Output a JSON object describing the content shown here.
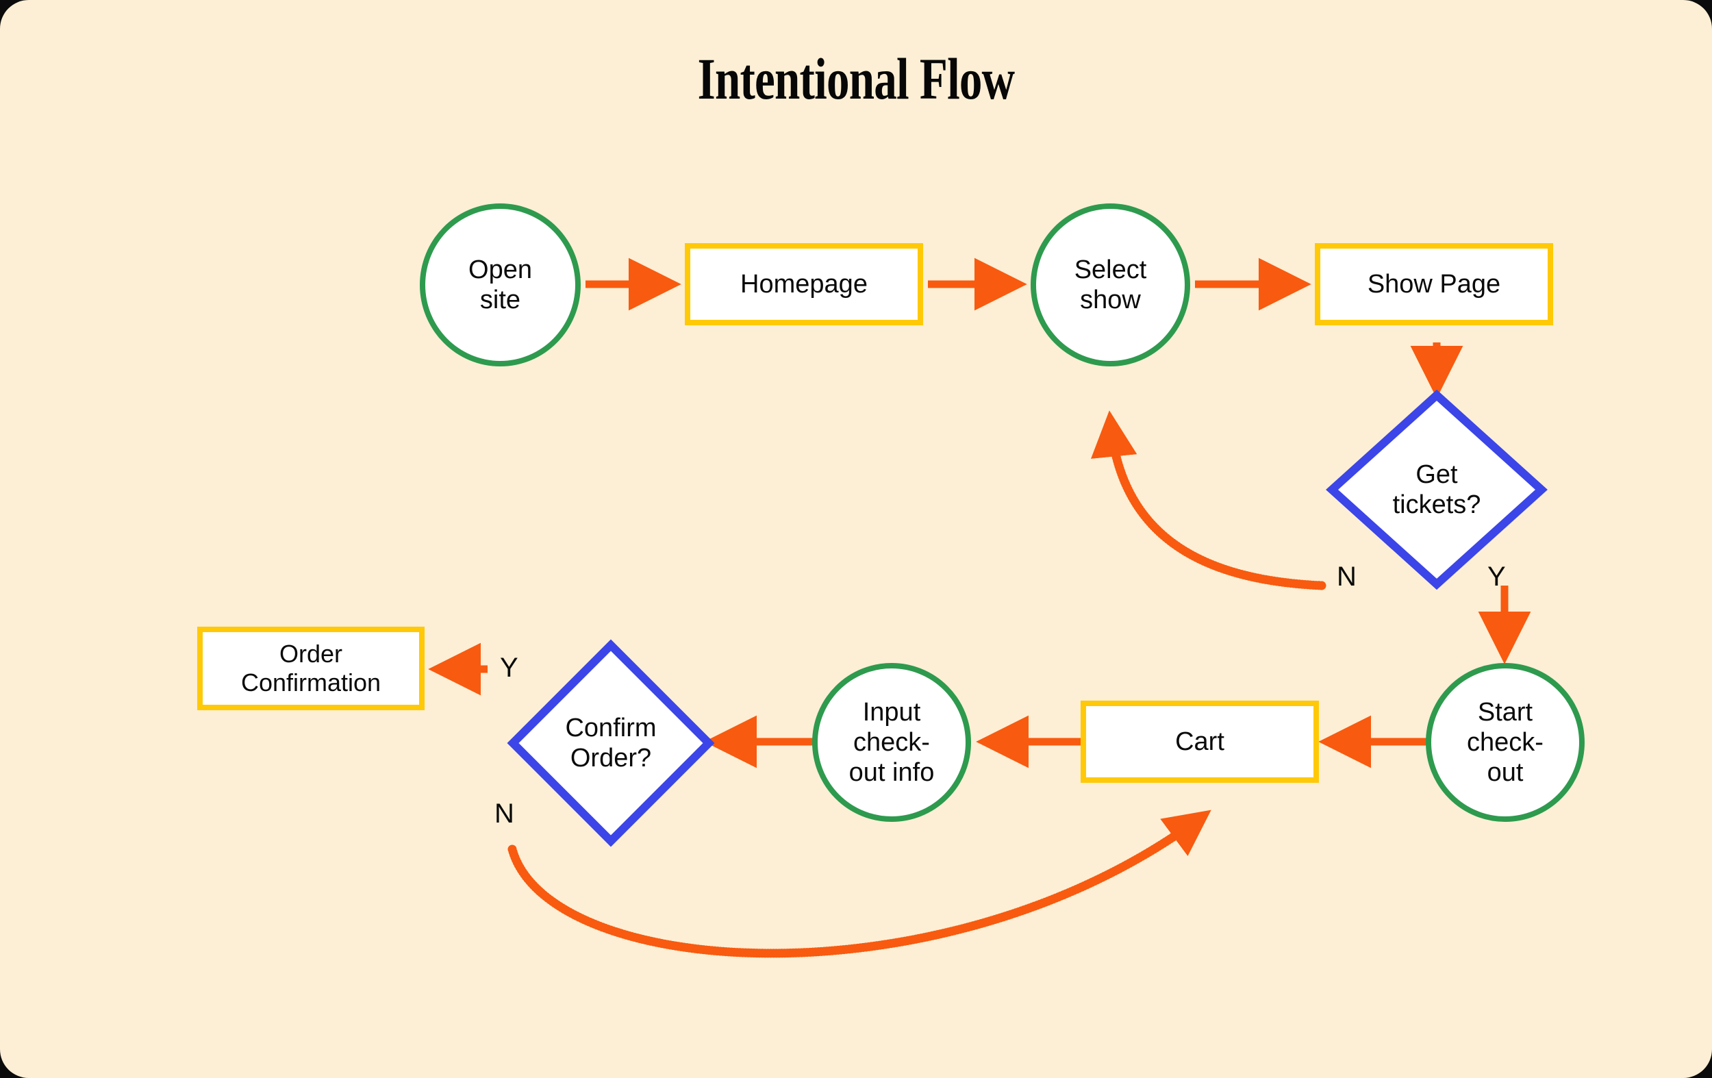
{
  "title": "Intentional Flow",
  "colors": {
    "background": "#FCEFD5",
    "node_fill": "#ffffff",
    "process_border": "#2E9A4E",
    "page_border": "#FFC907",
    "decision_border": "#3B45E8",
    "arrow": "#F85A10",
    "text": "#0a0a0a"
  },
  "nodes": {
    "open_site": {
      "label": "Open\nsite",
      "shape": "circle"
    },
    "homepage": {
      "label": "Homepage",
      "shape": "box"
    },
    "select_show": {
      "label": "Select\nshow",
      "shape": "circle"
    },
    "show_page": {
      "label": "Show Page",
      "shape": "box"
    },
    "get_tickets": {
      "label": "Get\ntickets?",
      "shape": "diamond"
    },
    "start_checkout": {
      "label": "Start\ncheck-\nout",
      "shape": "circle"
    },
    "cart": {
      "label": "Cart",
      "shape": "box"
    },
    "input_checkout_info": {
      "label": "Input\ncheck-\nout info",
      "shape": "circle"
    },
    "confirm_order": {
      "label": "Confirm\nOrder?",
      "shape": "diamond"
    },
    "order_confirmation": {
      "label": "Order\nConfirmation",
      "shape": "box"
    }
  },
  "edge_labels": {
    "get_tickets_no": "N",
    "get_tickets_yes": "Y",
    "confirm_order_yes": "Y",
    "confirm_order_no": "N"
  }
}
